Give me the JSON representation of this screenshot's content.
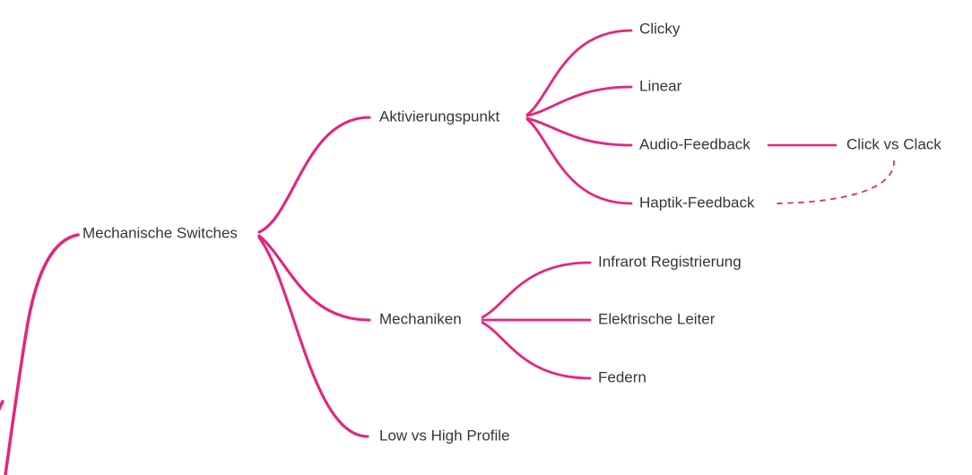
{
  "mindmap": {
    "colors": {
      "branch_color": "#e5247e",
      "text_color": "#38333e",
      "background": "#ffffff"
    },
    "root": {
      "label": "Mechanische Switches",
      "children": [
        {
          "label": "Aktivierungspunkt",
          "children": [
            {
              "label": "Clicky"
            },
            {
              "label": "Linear"
            },
            {
              "label": "Audio-Feedback",
              "children": [
                {
                  "label": "Click vs Clack"
                }
              ]
            },
            {
              "label": "Haptik-Feedback"
            }
          ]
        },
        {
          "label": "Mechaniken",
          "children": [
            {
              "label": "Infrarot Registrierung"
            },
            {
              "label": "Elektrische Leiter"
            },
            {
              "label": "Federn"
            }
          ]
        },
        {
          "label": "Low vs High Profile"
        }
      ]
    },
    "cross_links": [
      {
        "from": "Haptik-Feedback",
        "to": "Click vs Clack",
        "style": "dashed"
      }
    ]
  }
}
